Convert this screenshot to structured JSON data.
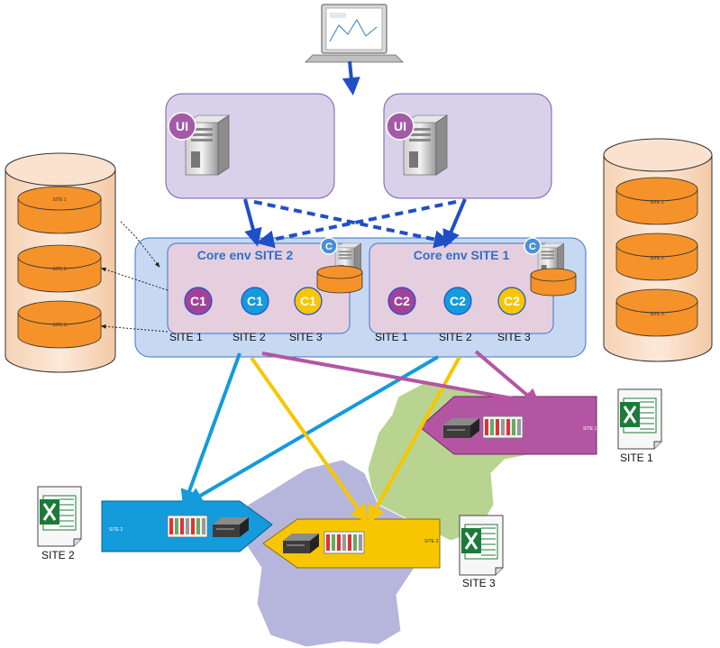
{
  "colors": {
    "arrow_blue": "#1f4fc8",
    "site1_magenta": "#b455a4",
    "site2_cyan": "#139bdc",
    "site3_yellow": "#f7c600",
    "ui_purple": "#a45aa6",
    "storage_orange": "#f5922a",
    "map_france": "#b6b6dc",
    "map_germany": "#b8d490"
  },
  "icons": {
    "laptop": "laptop-icon",
    "server": "server-tower-icon",
    "database": "database-icon",
    "spreadsheet": "excel-spreadsheet-icon",
    "plc": "plc-controller-icon"
  },
  "servers": {
    "left_badge": "UI",
    "right_badge": "UI"
  },
  "core_left": {
    "title": "Core env SITE 2",
    "badge": "C",
    "cells": [
      {
        "label": "C1",
        "site": "SITE 1",
        "color": "#a0429a"
      },
      {
        "label": "C1",
        "site": "SITE 2",
        "color": "#139bdc"
      },
      {
        "label": "C1",
        "site": "SITE 3",
        "color": "#f7c600"
      }
    ]
  },
  "core_right": {
    "title": "Core env SITE 1",
    "badge": "C",
    "cells": [
      {
        "label": "C2",
        "site": "SITE 1",
        "color": "#a0429a"
      },
      {
        "label": "C2",
        "site": "SITE 2",
        "color": "#139bdc"
      },
      {
        "label": "C2",
        "site": "SITE 3",
        "color": "#f7c600"
      }
    ]
  },
  "storage_left": {
    "disks": [
      "SITE 1",
      "SITE 2",
      "SITE 3"
    ]
  },
  "storage_right": {
    "disks": [
      "SITE 1",
      "SITE 2",
      "SITE 3"
    ]
  },
  "banners": {
    "site1": "SITE 1",
    "site2": "SITE 2",
    "site3": "SITE 3"
  },
  "documents": {
    "site1": "SITE 1",
    "site2": "SITE 2",
    "site3": "SITE 3"
  }
}
